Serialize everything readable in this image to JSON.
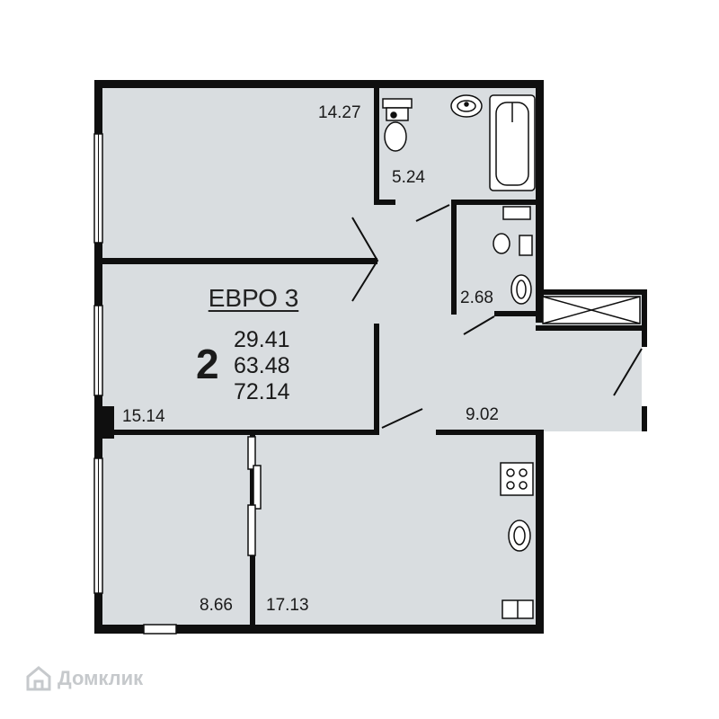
{
  "plan": {
    "type_label": "ЕВРО 3",
    "rooms": "2",
    "areas_summary": [
      "29.41",
      "63.48",
      "72.14"
    ],
    "room_areas": {
      "room_top_left": "14.27",
      "bath_main": "5.24",
      "bath_small": "2.68",
      "room_middle": "15.14",
      "hall": "9.02",
      "wardrobe": "8.66",
      "kitchen": "17.13"
    }
  },
  "watermark": {
    "text": "Домклик",
    "icon": "house-logo-icon"
  },
  "colors": {
    "floor": "#d9dde0",
    "wall": "#0f0f0f",
    "fixture": "#ffffff"
  }
}
